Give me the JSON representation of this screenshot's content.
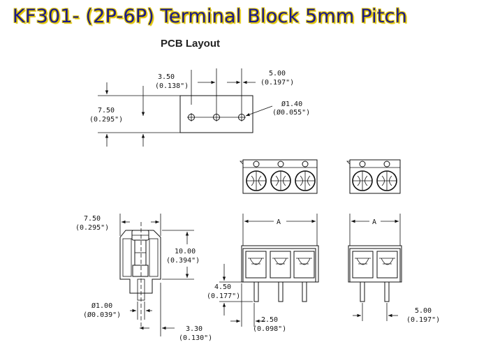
{
  "title": "KF301- (2P-6P) Terminal Block 5mm Pitch",
  "subtitle": "PCB Layout",
  "dims": {
    "pcb_pitch_mm": "3.50",
    "pcb_pitch_in": "(0.138\")",
    "pcb_spacing_mm": "5.00",
    "pcb_spacing_in": "(0.197\")",
    "pcb_height_mm": "7.50",
    "pcb_height_in": "(0.295\")",
    "hole_mm": "Ø1.40",
    "hole_in": "(Ø0.055\")",
    "side_width_mm": "7.50",
    "side_width_in": "(0.295\")",
    "side_height_mm": "10.00",
    "side_height_in": "(0.394\")",
    "pin_dia_mm": "Ø1.00",
    "pin_dia_in": "(Ø0.039\")",
    "pin_offset_mm": "3.30",
    "pin_offset_in": "(0.130\")",
    "pin_length_mm": "4.50",
    "pin_length_in": "(0.177\")",
    "pin_edge_mm": "2.50",
    "pin_edge_in": "(0.098\")",
    "front_pitch_mm": "5.00",
    "front_pitch_in": "(0.197\")",
    "dim_a_3p": "A",
    "dim_a_2p": "A"
  }
}
